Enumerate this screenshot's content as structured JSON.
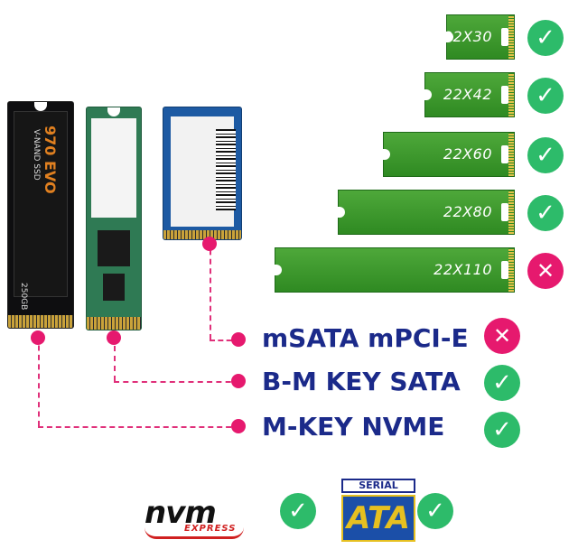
{
  "sizes": [
    {
      "label": "22X30",
      "status": "ok"
    },
    {
      "label": "22X42",
      "status": "ok"
    },
    {
      "label": "22X60",
      "status": "ok"
    },
    {
      "label": "22X80",
      "status": "ok"
    },
    {
      "label": "22X110",
      "status": "no"
    }
  ],
  "interfaces": [
    {
      "label": "mSATA mPCI-E",
      "status": "no"
    },
    {
      "label": "B-M KEY SATA",
      "status": "ok"
    },
    {
      "label": "M-KEY NVME",
      "status": "ok"
    }
  ],
  "ssd_nvme": {
    "brand": "970 EVO",
    "series": "V-NAND SSD",
    "capacity": "250GB"
  },
  "logos": {
    "nvm_word": "nvm",
    "nvm_sub": "EXPRESS",
    "sata_top": "SERIAL",
    "sata_word": "ATA"
  },
  "icons": {
    "ok": "check-icon",
    "no": "cross-icon"
  },
  "colors": {
    "ok": "#2dbb6a",
    "no": "#e6196e",
    "bar": "#3f9a2e",
    "text": "#1b2a8a"
  }
}
